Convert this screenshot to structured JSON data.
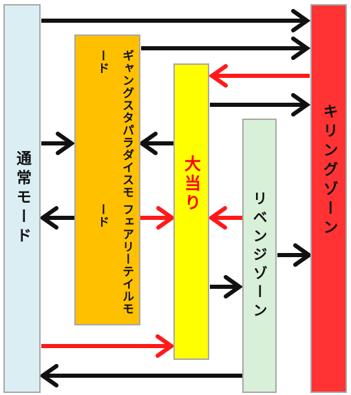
{
  "boxes": {
    "normal": {
      "label": "通常モード",
      "color": "#dbeef4"
    },
    "gang": {
      "label_line1": "ギャングスタパラダイスモード",
      "label_line2": "フェアリーテイルモード",
      "color": "#ffc000"
    },
    "big_win": {
      "label": "大当り",
      "color": "#ffff00"
    },
    "revenge": {
      "label": "リベンジゾーン",
      "color": "#d8f0d8"
    },
    "killing": {
      "label": "キリングゾーン",
      "color": "#ff3333"
    }
  },
  "arrow_colors": {
    "black": "#111111",
    "red": "#ff1a1a"
  },
  "arrows": [
    {
      "from": "normal",
      "to": "killing",
      "color": "black"
    },
    {
      "from": "gang",
      "to": "killing",
      "color": "black"
    },
    {
      "from": "killing",
      "to": "big_win",
      "color": "red"
    },
    {
      "from": "big_win",
      "to": "killing",
      "color": "black"
    },
    {
      "from": "normal",
      "to": "gang",
      "color": "black"
    },
    {
      "from": "big_win",
      "to": "gang",
      "color": "black"
    },
    {
      "from": "gang",
      "to": "normal",
      "color": "black"
    },
    {
      "from": "gang",
      "to": "big_win",
      "color": "red"
    },
    {
      "from": "revenge",
      "to": "big_win",
      "color": "red"
    },
    {
      "from": "revenge",
      "to": "killing",
      "color": "black"
    },
    {
      "from": "big_win",
      "to": "revenge",
      "color": "black"
    },
    {
      "from": "normal",
      "to": "big_win",
      "color": "red"
    },
    {
      "from": "revenge",
      "to": "normal",
      "color": "black"
    }
  ]
}
